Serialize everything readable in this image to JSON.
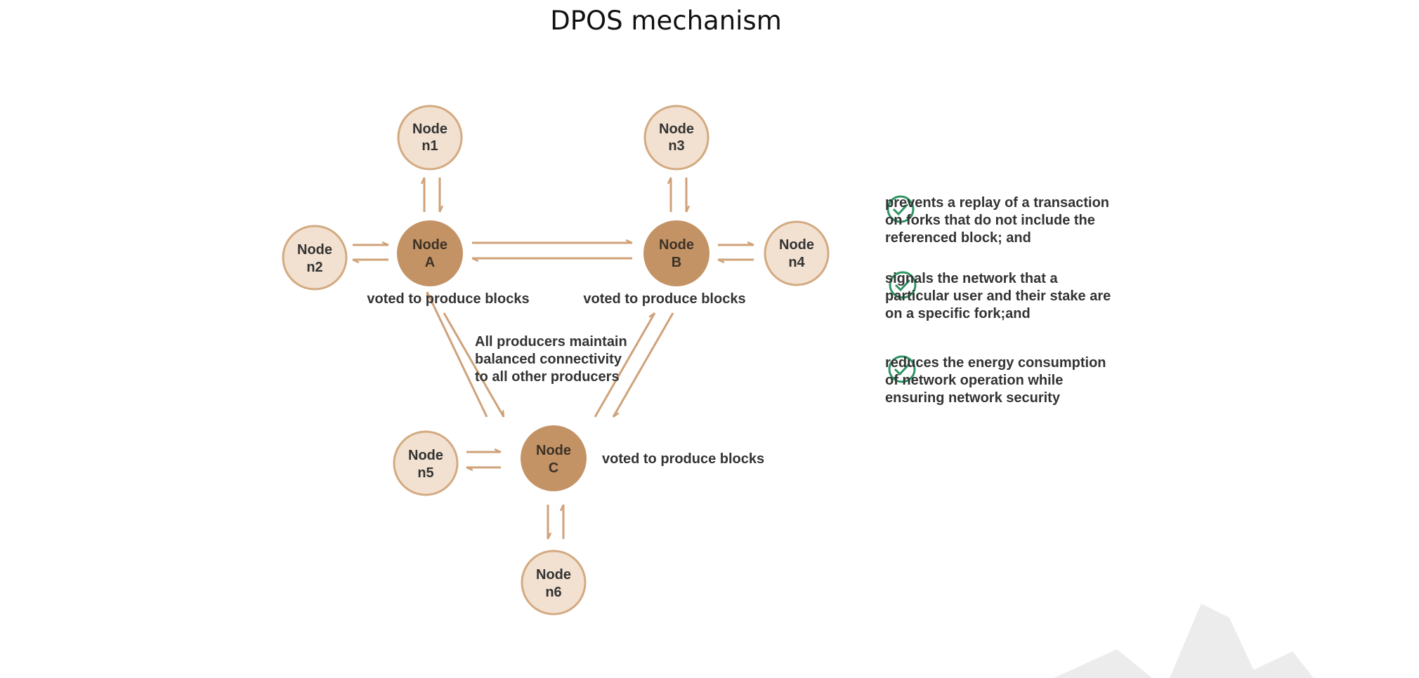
{
  "title": "DPOS mechanism",
  "colors": {
    "producer_fill": "#c39366",
    "node_fill": "#f2e1d1",
    "node_stroke": "#d3aa81",
    "arrow": "#cfa279",
    "check": "#2e9464",
    "text": "#333333"
  },
  "producers": [
    {
      "id": "A",
      "line1": "Node",
      "line2": "A",
      "caption": "voted to produce blocks"
    },
    {
      "id": "B",
      "line1": "Node",
      "line2": "B",
      "caption": "voted to produce blocks"
    },
    {
      "id": "C",
      "line1": "Node",
      "line2": "C",
      "caption": "voted to produce blocks"
    }
  ],
  "nodes": [
    {
      "id": "n1",
      "line1": "Node",
      "line2": "n1"
    },
    {
      "id": "n2",
      "line1": "Node",
      "line2": "n2"
    },
    {
      "id": "n3",
      "line1": "Node",
      "line2": "n3"
    },
    {
      "id": "n4",
      "line1": "Node",
      "line2": "n4"
    },
    {
      "id": "n5",
      "line1": "Node",
      "line2": "n5"
    },
    {
      "id": "n6",
      "line1": "Node",
      "line2": "n6"
    }
  ],
  "center_note": [
    "All producers maintain",
    "balanced connectivity",
    "to all other producers"
  ],
  "benefits": [
    {
      "icon": "check-circle-icon",
      "lines": [
        "prevents a replay of a transaction",
        "on forks that do not include the",
        "referenced block; and"
      ]
    },
    {
      "icon": "check-circle-icon",
      "lines": [
        "signals the network that a",
        "particular user and their stake are",
        "on a specific fork;and"
      ]
    },
    {
      "icon": "check-circle-icon",
      "lines": [
        "reduces the energy consumption",
        "of network operation while",
        "ensuring network security"
      ]
    }
  ]
}
